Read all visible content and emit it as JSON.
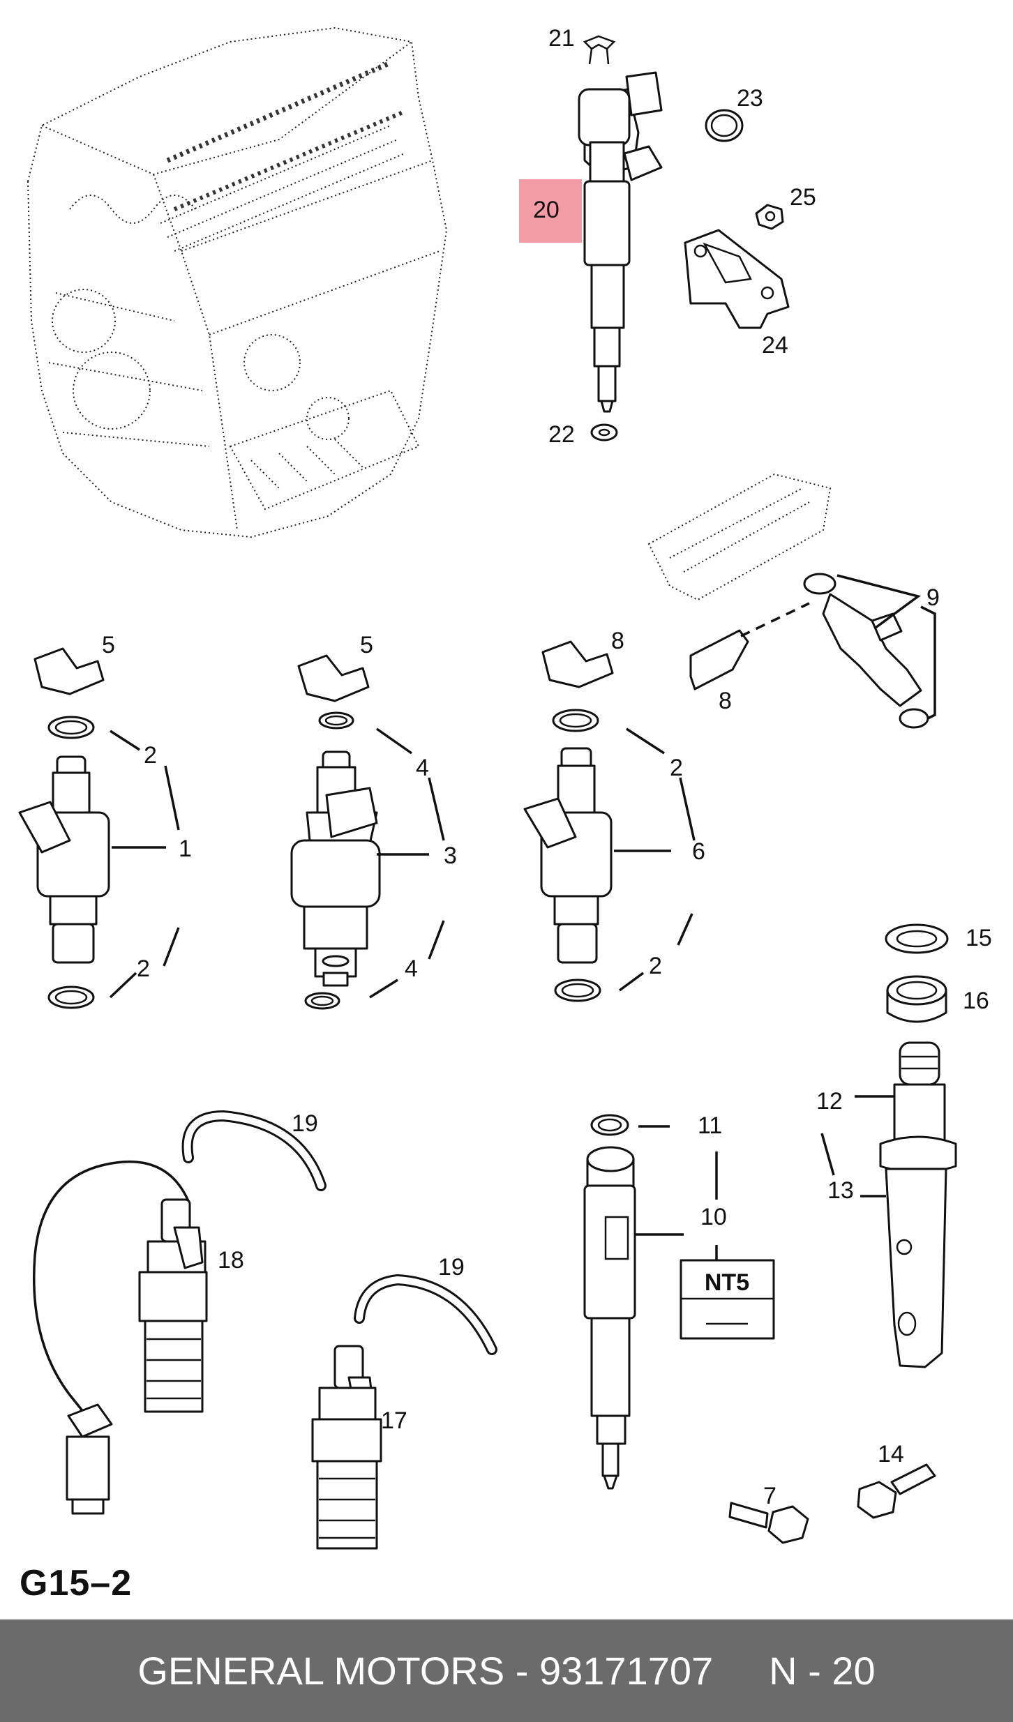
{
  "figure": {
    "page_code": "G15–2",
    "highlight_color": "#f28b95",
    "footer_color": "#6b6b6b",
    "callouts": {
      "c1": "1",
      "c2a": "2",
      "c2b": "2",
      "c2c": "2",
      "c2d": "2",
      "c3": "3",
      "c4a": "4",
      "c4b": "4",
      "c5a": "5",
      "c5b": "5",
      "c6": "6",
      "c7": "7",
      "c8a": "8",
      "c8b": "8",
      "c9": "9",
      "c10": "10",
      "c11": "11",
      "c12": "12",
      "c13": "13",
      "c14": "14",
      "c15": "15",
      "c16": "16",
      "c17": "17",
      "c18": "18",
      "c19a": "19",
      "c19b": "19",
      "c20": "20",
      "c21": "21",
      "c22": "22",
      "c23": "23",
      "c24": "24",
      "c25": "25"
    },
    "tool_box": {
      "label": "NT5"
    }
  },
  "footer": {
    "brand_part": "GENERAL MOTORS - 93171707",
    "ref": "N - 20"
  }
}
